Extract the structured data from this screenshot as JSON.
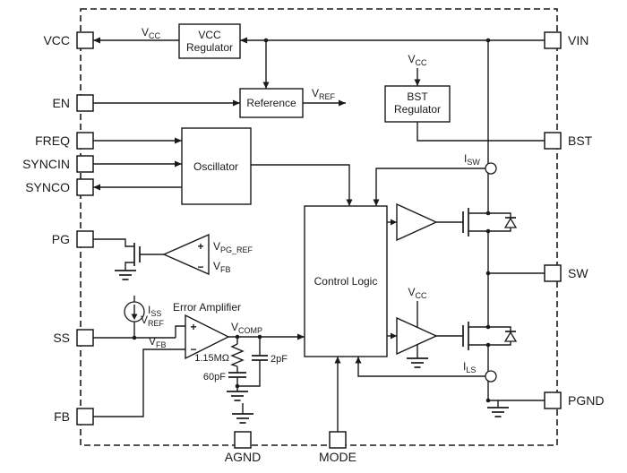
{
  "pins": {
    "left": [
      "VCC",
      "EN",
      "FREQ",
      "SYNCIN",
      "SYNCO",
      "PG",
      "SS",
      "FB"
    ],
    "right": [
      "VIN",
      "BST",
      "SW",
      "PGND"
    ],
    "bottom": [
      "AGND",
      "MODE"
    ]
  },
  "blocks": {
    "vcc_regulator_line1": "VCC",
    "vcc_regulator_line2": "Regulator",
    "reference": "Reference",
    "oscillator": "Oscillator",
    "bst_regulator_line1": "BST",
    "bst_regulator_line2": "Regulator",
    "control_logic": "Control Logic",
    "error_amplifier": "Error Amplifier"
  },
  "nets": {
    "vcc": {
      "m": "V",
      "s": "CC"
    },
    "vref": {
      "m": "V",
      "s": "REF"
    },
    "vfb": {
      "m": "V",
      "s": "FB"
    },
    "vpg_ref": {
      "m": "V",
      "s": "PG_REF"
    },
    "vcomp": {
      "m": "V",
      "s": "COMP"
    },
    "isw": {
      "m": "I",
      "s": "SW"
    },
    "ils": {
      "m": "I",
      "s": "LS"
    },
    "iss": {
      "m": "I",
      "s": "SS"
    }
  },
  "components": {
    "r_comp": "1.15MΩ",
    "c_comp": "60pF",
    "c_hf": "2pF"
  },
  "symbols": {
    "plus": "+",
    "minus": "−"
  },
  "colors": {
    "line": "#1a1a1a",
    "background": "#ffffff"
  }
}
